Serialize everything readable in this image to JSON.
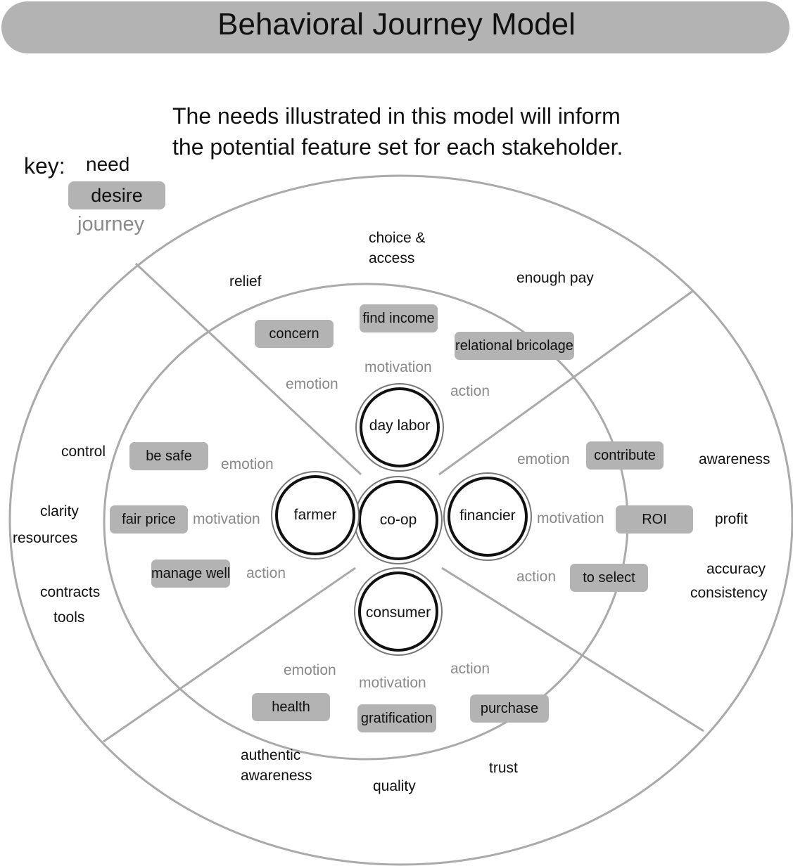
{
  "title": "Behavioral Journey Model",
  "subtitle_line1": "The needs illustrated in this model will inform",
  "subtitle_line2": "the potential feature set for each stakeholder.",
  "key": {
    "label": "key:",
    "need": "need",
    "desire": "desire",
    "journey": "journey"
  },
  "colors": {
    "desire_fill": "#b3b3b3",
    "journey_text": "#8a8a8a",
    "line": "#aaaaaa"
  },
  "nodes": {
    "center": "co-op",
    "top": "day labor",
    "left": "farmer",
    "right": "financier",
    "bottom": "consumer"
  },
  "sections": {
    "top": {
      "needs": [
        "choice &",
        "access",
        "relief",
        "enough pay"
      ],
      "desires": [
        "concern",
        "find income",
        "relational bricolage"
      ],
      "journey": [
        "motivation",
        "emotion",
        "action"
      ]
    },
    "left": {
      "needs": [
        "control",
        "clarity",
        "resources",
        "contracts",
        "tools"
      ],
      "desires": [
        "be safe",
        "fair price",
        "manage well"
      ],
      "journey": [
        "emotion",
        "motivation",
        "action"
      ]
    },
    "right": {
      "needs": [
        "awareness",
        "profit",
        "accuracy",
        "consistency"
      ],
      "desires": [
        "contribute",
        "ROI",
        "to select"
      ],
      "journey": [
        "emotion",
        "motivation",
        "action"
      ]
    },
    "bottom": {
      "needs": [
        "authentic",
        "awareness",
        "quality",
        "trust"
      ],
      "desires": [
        "health",
        "gratification",
        "purchase"
      ],
      "journey": [
        "emotion",
        "motivation",
        "action"
      ]
    }
  }
}
